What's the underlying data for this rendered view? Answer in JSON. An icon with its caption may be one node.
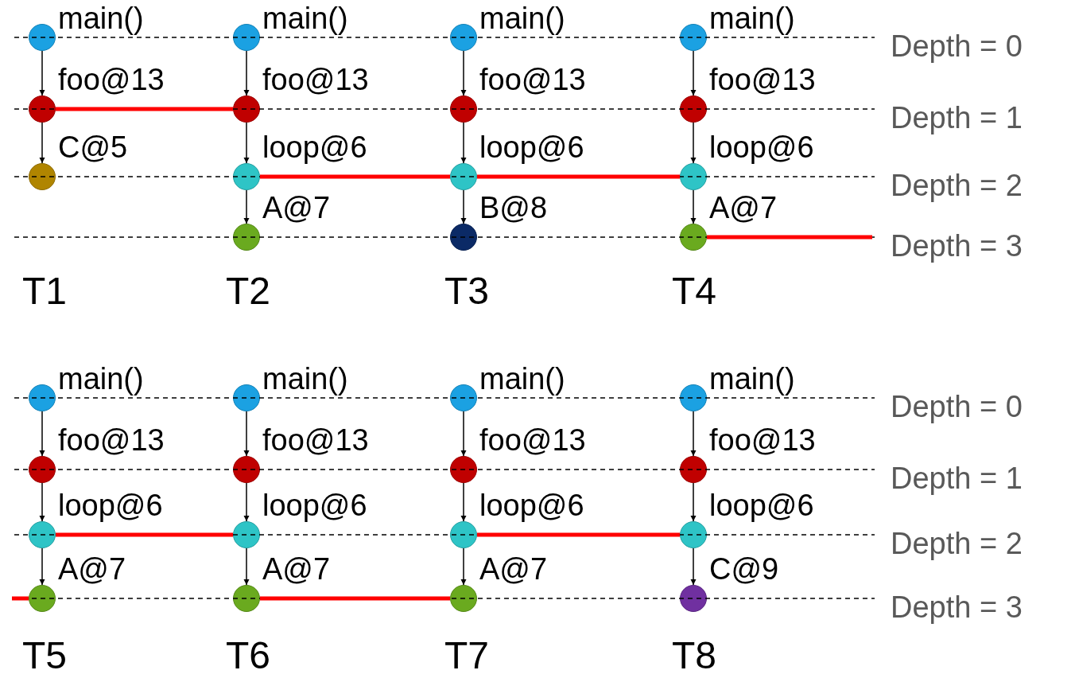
{
  "diagram": {
    "nodes": [
      {
        "text": [
          "main()"
        ]
      },
      {
        "text": [
          "foo@13"
        ]
      },
      {
        "text": [
          "C@5"
        ]
      },
      {
        "text": [
          "main()"
        ]
      },
      {
        "text": [
          "foo@13"
        ]
      },
      {
        "text": [
          "loop@6"
        ]
      },
      {
        "text": [
          "A@7"
        ]
      },
      {
        "text": [
          "main()"
        ]
      },
      {
        "text": [
          "foo@13"
        ]
      },
      {
        "text": [
          "loop@6"
        ]
      },
      {
        "text": [
          "B@8"
        ]
      },
      {
        "text": [
          "main()"
        ]
      },
      {
        "text": [
          "foo@13"
        ]
      },
      {
        "text": [
          "loop@6"
        ]
      },
      {
        "text": [
          "A@7"
        ]
      },
      {
        "text": [
          "main()"
        ]
      },
      {
        "text": [
          "foo@13"
        ]
      },
      {
        "text": [
          "loop@6"
        ]
      },
      {
        "text": [
          "A@7"
        ]
      },
      {
        "text": [
          "main()"
        ]
      },
      {
        "text": [
          "foo@13"
        ]
      },
      {
        "text": [
          "loop@6"
        ]
      },
      {
        "text": [
          "A@7"
        ]
      },
      {
        "text": [
          "main()"
        ]
      },
      {
        "text": [
          "foo@13"
        ]
      },
      {
        "text": [
          "loop@6"
        ]
      },
      {
        "text": [
          "A@7"
        ]
      },
      {
        "text": [
          "main()"
        ]
      },
      {
        "text": [
          "foo@13"
        ]
      },
      {
        "text": [
          "loop@6"
        ]
      },
      {
        "text": [
          "C@9"
        ]
      }
    ],
    "edges": [
      {
        "from": 0,
        "to": 1,
        "arrow": "to"
      },
      {
        "from": 1,
        "to": 2,
        "arrow": "to"
      },
      {
        "from": 3,
        "to": 4,
        "arrow": "to"
      },
      {
        "from": 4,
        "to": 5,
        "arrow": "to"
      },
      {
        "from": 5,
        "to": 6,
        "arrow": "to"
      },
      {
        "from": 7,
        "to": 8,
        "arrow": "to"
      },
      {
        "from": 8,
        "to": 9,
        "arrow": "to"
      },
      {
        "from": 9,
        "to": 10,
        "arrow": "to"
      },
      {
        "from": 11,
        "to": 12,
        "arrow": "to"
      },
      {
        "from": 12,
        "to": 13,
        "arrow": "to"
      },
      {
        "from": 13,
        "to": 14,
        "arrow": "to"
      },
      {
        "from": 15,
        "to": 16,
        "arrow": "to"
      },
      {
        "from": 16,
        "to": 17,
        "arrow": "to"
      },
      {
        "from": 17,
        "to": 18,
        "arrow": "to"
      },
      {
        "from": 19,
        "to": 20,
        "arrow": "to"
      },
      {
        "from": 20,
        "to": 21,
        "arrow": "to"
      },
      {
        "from": 21,
        "to": 22,
        "arrow": "to"
      },
      {
        "from": 23,
        "to": 24,
        "arrow": "to"
      },
      {
        "from": 24,
        "to": 25,
        "arrow": "to"
      },
      {
        "from": 25,
        "to": 26,
        "arrow": "to"
      },
      {
        "from": 27,
        "to": 28,
        "arrow": "to"
      },
      {
        "from": 28,
        "to": 29,
        "arrow": "to"
      },
      {
        "from": 29,
        "to": 30,
        "arrow": "to"
      },
      {
        "from": 1,
        "to": 4,
        "arrow": "none",
        "style": "thick",
        "color": "#ff0000"
      },
      {
        "from": 5,
        "to": 9,
        "arrow": "none",
        "style": "thick",
        "color": "#ff0000"
      },
      {
        "from": 9,
        "to": 13,
        "arrow": "none",
        "style": "thick",
        "color": "#ff0000"
      },
      {
        "from": 14,
        "to": null,
        "arrow": "none",
        "style": "thick",
        "color": "#ff0000"
      },
      {
        "from": null,
        "to": 18,
        "arrow": "none",
        "style": "thick",
        "color": "#ff0000"
      },
      {
        "from": 17,
        "to": 21,
        "arrow": "none",
        "style": "thick",
        "color": "#ff0000"
      },
      {
        "from": 22,
        "to": 26,
        "arrow": "none",
        "style": "thick",
        "color": "#ff0000"
      },
      {
        "from": 25,
        "to": 29,
        "arrow": "none",
        "style": "thick",
        "color": "#ff0000"
      }
    ],
    "labels": [
      "Depth = 0",
      "Depth = 1",
      "Depth = 2",
      "Depth = 3",
      "T1",
      "T2",
      "T3",
      "T4",
      "Depth = 0",
      "Depth = 1",
      "Depth = 2",
      "Depth = 3",
      "T5",
      "T6",
      "T7",
      "T8"
    ]
  }
}
